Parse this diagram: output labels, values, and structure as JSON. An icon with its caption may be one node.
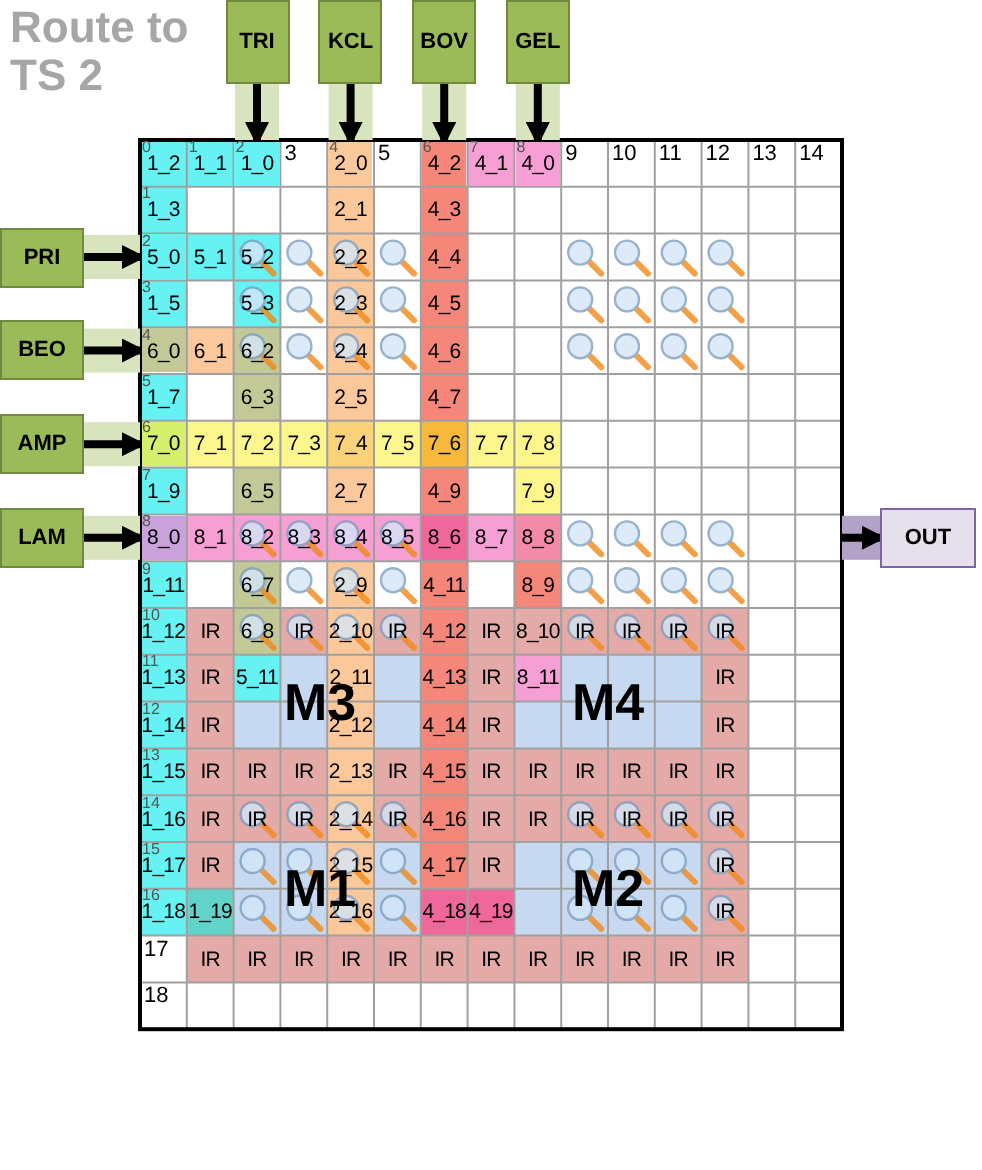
{
  "diagram": {
    "title": "Route to TS 2",
    "nodes": [
      {
        "text": [
          "TRI"
        ]
      },
      {
        "text": [
          "KCL"
        ]
      },
      {
        "text": [
          "BOV"
        ]
      },
      {
        "text": [
          "GEL"
        ]
      },
      {
        "text": [
          "PRI"
        ]
      },
      {
        "text": [
          "BEO"
        ]
      },
      {
        "text": [
          "AMP"
        ]
      },
      {
        "text": [
          "LAM"
        ]
      },
      {
        "text": [
          "OUT"
        ]
      },
      {
        "text": [
          "2",
          "1_0"
        ]
      },
      {
        "text": [
          "4",
          "2_0"
        ]
      },
      {
        "text": [
          "6",
          "4_2"
        ]
      },
      {
        "text": [
          "8",
          "4_0"
        ]
      },
      {
        "text": [
          "2",
          "5_0"
        ]
      },
      {
        "text": [
          "4",
          "6_0"
        ]
      },
      {
        "text": [
          "6",
          "7_0"
        ]
      },
      {
        "text": [
          "8",
          "8_0"
        ]
      }
    ],
    "edges": [
      {
        "from": 0,
        "to": 9,
        "arrow": "to"
      },
      {
        "from": 1,
        "to": 10,
        "arrow": "to"
      },
      {
        "from": 2,
        "to": 11,
        "arrow": "to"
      },
      {
        "from": 3,
        "to": 12,
        "arrow": "to"
      },
      {
        "from": 4,
        "to": 13,
        "arrow": "to"
      },
      {
        "from": 5,
        "to": 14,
        "arrow": "to"
      },
      {
        "from": 6,
        "to": 15,
        "arrow": "to"
      },
      {
        "from": 7,
        "to": 16,
        "arrow": "to"
      },
      {
        "from": null,
        "to": 8,
        "arrow": "to"
      }
    ],
    "labels": [
      "0",
      "1_2",
      "1",
      "1_1",
      "3",
      "5",
      "7",
      "4_1",
      "9",
      "10",
      "11",
      "12",
      "13",
      "14",
      "1",
      "1_3",
      "2_1",
      "4_3",
      "5_1",
      "5_2",
      "2_2",
      "4_4",
      "3",
      "1_5",
      "5_3",
      "2_3",
      "4_5",
      "6_1",
      "6_2",
      "2_4",
      "4_6",
      "5",
      "1_7",
      "6_3",
      "2_5",
      "4_7",
      "7_1",
      "7_2",
      "7_3",
      "7_4",
      "7_5",
      "7_6",
      "7_7",
      "7_8",
      "7",
      "1_9",
      "6_5",
      "2_7",
      "4_9",
      "7_9",
      "8_1",
      "8_2",
      "8_3",
      "8_4",
      "8_5",
      "8_6",
      "8_7",
      "8_8",
      "9",
      "1_11",
      "6_7",
      "2_9",
      "4_11",
      "8_9",
      "10",
      "1_12",
      "IR",
      "6_8",
      "IR",
      "2_10",
      "IR",
      "4_12",
      "IR",
      "8_10",
      "IR",
      "IR",
      "IR",
      "IR",
      "11",
      "1_13",
      "IR",
      "5_11",
      "2_11",
      "4_13",
      "IR",
      "8_11",
      "IR",
      "12",
      "1_14",
      "IR",
      "2_12",
      "4_14",
      "IR",
      "IR",
      "M3",
      "M4",
      "13",
      "1_15",
      "IR",
      "IR",
      "IR",
      "2_13",
      "IR",
      "4_15",
      "IR",
      "IR",
      "IR",
      "IR",
      "IR",
      "IR",
      "14",
      "1_16",
      "IR",
      "IR",
      "IR",
      "2_14",
      "IR",
      "4_16",
      "IR",
      "IR",
      "IR",
      "IR",
      "IR",
      "IR",
      "15",
      "1_17",
      "IR",
      "2_15",
      "4_17",
      "IR",
      "IR",
      "16",
      "1_18",
      "1_19",
      "2_16",
      "4_18",
      "4_19",
      "IR",
      "M1",
      "M2",
      "17",
      "IR",
      "IR",
      "IR",
      "IR",
      "IR",
      "IR",
      "IR",
      "IR",
      "IR",
      "IR",
      "IR",
      "IR",
      "18"
    ]
  }
}
